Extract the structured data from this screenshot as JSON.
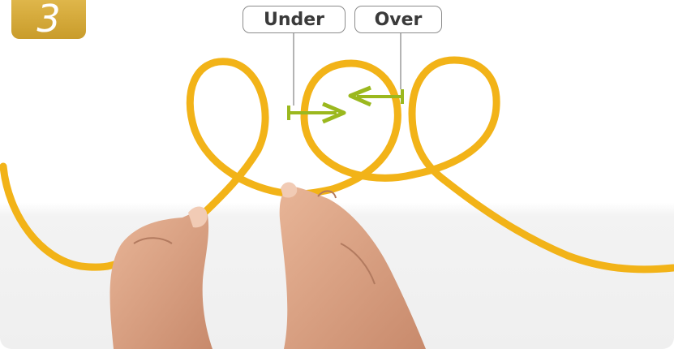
{
  "step": {
    "number": "3"
  },
  "labels": {
    "under": "Under",
    "over": "Over"
  },
  "colors": {
    "badge": "#d4a93a",
    "rope": "#f2b318",
    "arrow": "#9bb81e",
    "skin": "#d9a383"
  }
}
